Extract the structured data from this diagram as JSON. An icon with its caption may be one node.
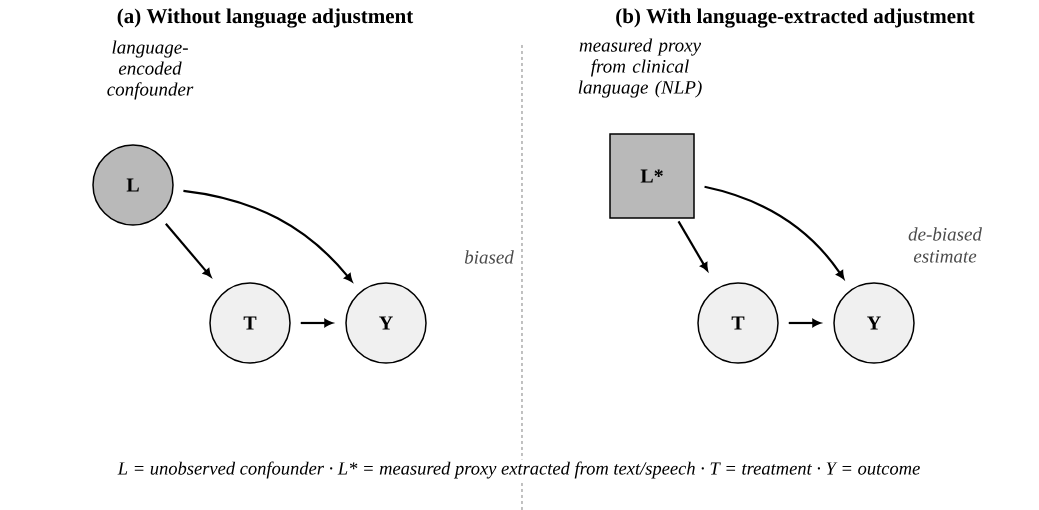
{
  "diagram": {
    "caption": "L = unobserved confounder · L* = measured proxy extracted from text/speech · T = treatment · Y = outcome",
    "nodes": [
      {
        "text": [
          "L"
        ],
        "beside": [
          "language-encoded confounder"
        ]
      },
      {
        "text": [
          "T"
        ]
      },
      {
        "text": [
          "Y"
        ]
      },
      {
        "text": [
          "L*"
        ],
        "beside": [
          "measured proxy from clinical language (NLP)"
        ]
      },
      {
        "text": [
          "T"
        ]
      },
      {
        "text": [
          "Y"
        ]
      }
    ],
    "edges": [
      {
        "from": 0,
        "to": 1,
        "arrow": "to"
      },
      {
        "from": 0,
        "to": 2,
        "arrow": "to"
      },
      {
        "from": 1,
        "to": 2,
        "arrow": "to"
      },
      {
        "from": 3,
        "to": 4,
        "arrow": "to"
      },
      {
        "from": 3,
        "to": 5,
        "arrow": "to"
      },
      {
        "from": 4,
        "to": 5,
        "arrow": "to"
      }
    ],
    "labels": [
      "(a) Without language adjustment",
      "(b) With language-extracted adjustment",
      "biased",
      "de-biased estimate"
    ]
  }
}
